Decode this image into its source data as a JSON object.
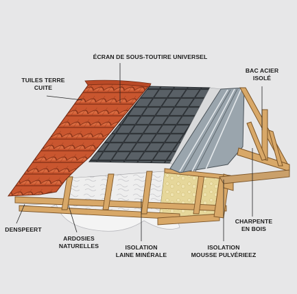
{
  "labels": {
    "ecran": "ÉCRAN DE SOUS-TOUTIRE UNIVERSEL",
    "tuiles": [
      "TUILES TERRE",
      "CUITE"
    ],
    "bac": [
      "BAC ACIER",
      "ISOLÉ"
    ],
    "densepeert": "DENSPEERT",
    "ardoisies": [
      "ARDOSIES",
      "NATURELLES"
    ],
    "isolation_laine": [
      "ISOLATION",
      "LAINE MINÉRALE"
    ],
    "isolation_mousse": [
      "ISOLATION",
      "MOUSSE PULVÉRIEEZ"
    ],
    "charpente": [
      "CHARPENTE",
      "EN BOIS"
    ]
  },
  "colors": {
    "background": "#e7e7e8",
    "tile": "#c9562f",
    "slate": "#4b5055",
    "steel": "#9aa5ad",
    "wood": "#d8a868",
    "wool": "#eeeeee",
    "foam": "#e6d79a",
    "text": "#1b1b1b"
  }
}
